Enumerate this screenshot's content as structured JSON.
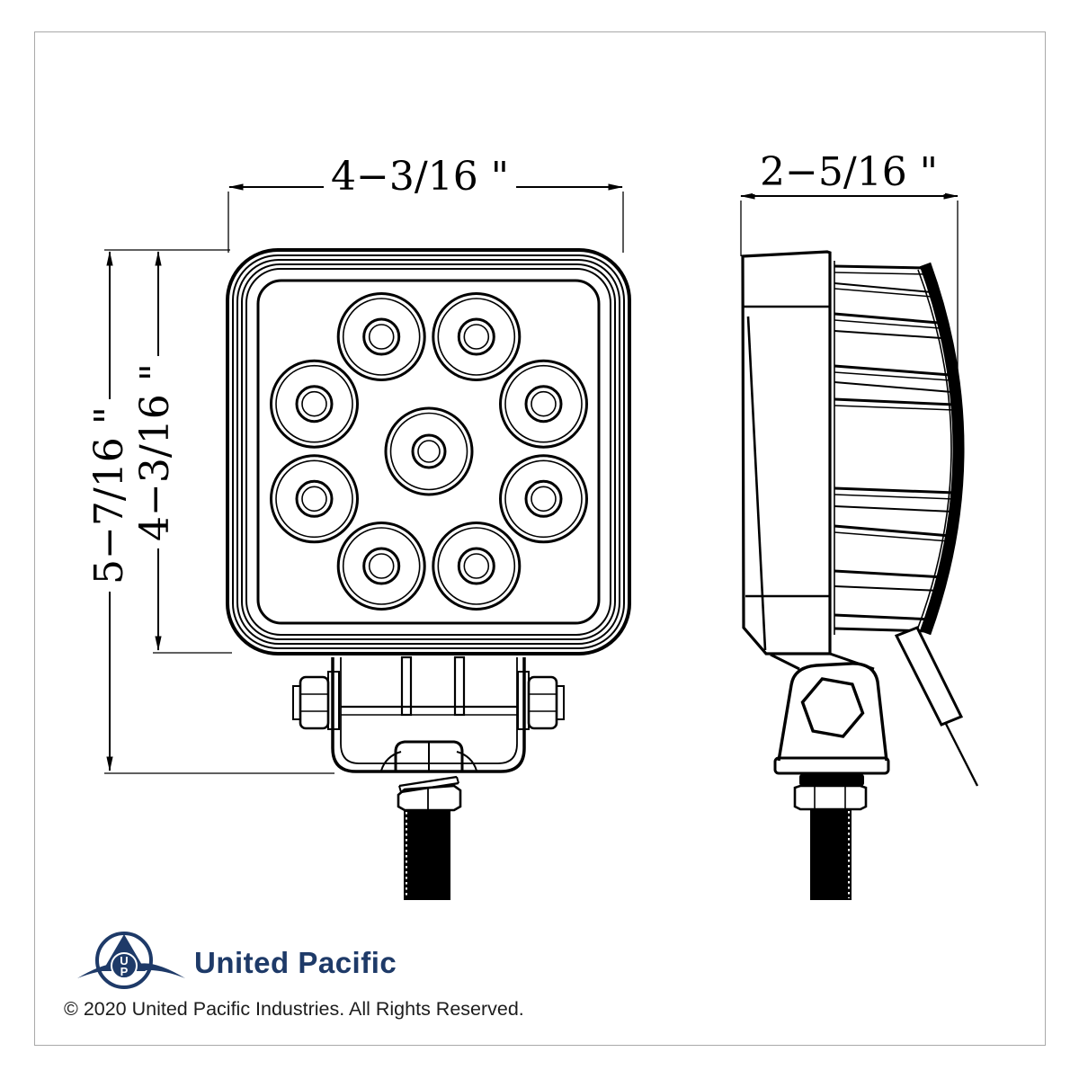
{
  "drawing": {
    "title": "square LED work light dimension drawing",
    "front_view": {
      "led_count": 9,
      "width_dim": "4−3/16 \"",
      "overall_height_dim": "5−7/16 \"",
      "housing_height_dim": "4−3/16 \""
    },
    "side_view": {
      "depth_dim": "2−5/16 \""
    }
  },
  "footer": {
    "brand": "United Pacific",
    "monogram": [
      "U",
      "P"
    ],
    "copyright": "© 2020 United Pacific Industries. All Rights Reserved.",
    "brand_color": "#1e3a68"
  },
  "colors": {
    "line": "#000000",
    "border": "#a9a9a9",
    "background": "#ffffff"
  }
}
